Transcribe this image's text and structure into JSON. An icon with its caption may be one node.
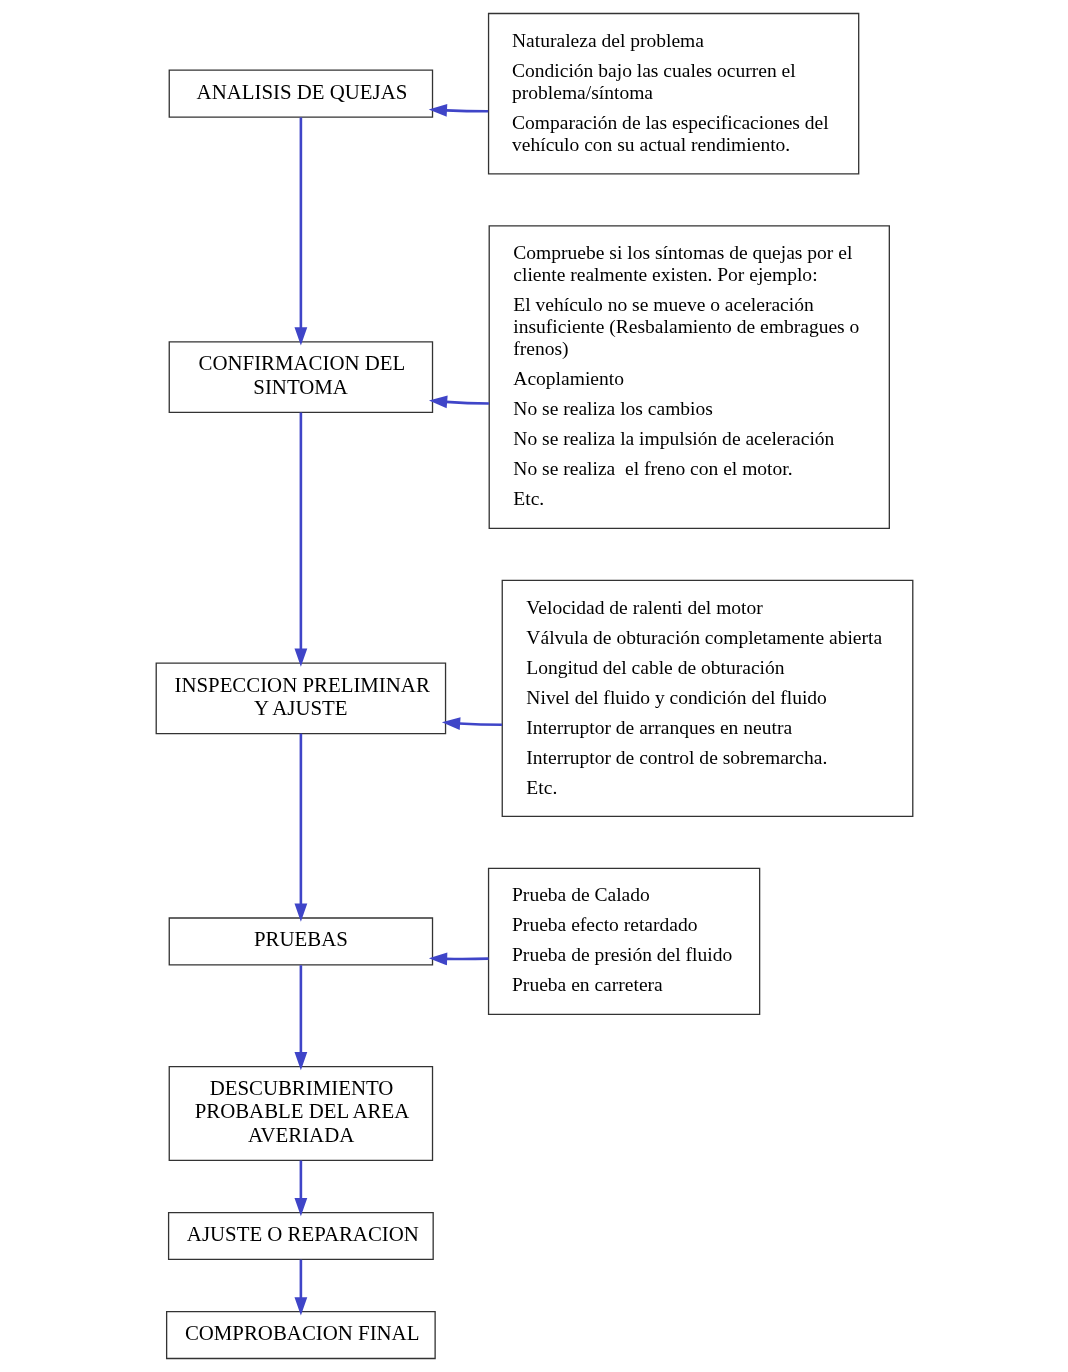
{
  "diagram": {
    "nodes": [
      {
        "text": [
          "ANALISIS DE QUEJAS"
        ]
      },
      {
        "text": [
          "CONFIRMACION DEL SINTOMA"
        ]
      },
      {
        "text": [
          "INSPECCION PRELIMINAR Y AJUSTE"
        ]
      },
      {
        "text": [
          "PRUEBAS"
        ]
      },
      {
        "text": [
          "DESCUBRIMIENTO PROBABLE DEL AREA AVERIADA"
        ]
      },
      {
        "text": [
          "AJUSTE O REPARACION"
        ]
      },
      {
        "text": [
          "COMPROBACION FINAL"
        ]
      },
      {
        "text": [
          "Naturaleza del problema",
          "Condición bajo las cuales ocurren el problema/síntoma",
          "Comparación de las especificaciones del vehículo con su actual rendimiento."
        ]
      },
      {
        "text": [
          "Compruebe si los síntomas de quejas por el cliente realmente existen. Por ejemplo:",
          "El vehículo no se mueve o aceleración insuficiente (Resbalamiento de embragues o frenos)",
          "Acoplamiento",
          "No se realiza los cambios",
          "No se realiza la impulsión de aceleración",
          "No se realiza  el freno con el motor.",
          "Etc."
        ]
      },
      {
        "text": [
          "Velocidad de ralenti del motor",
          "Válvula de obturación completamente abierta",
          "Longitud del cable de obturación",
          "Nivel del fluido y condición del fluido",
          "Interruptor de arranques en neutra",
          "Interruptor de control de sobremarcha.",
          "Etc."
        ]
      },
      {
        "text": [
          "Prueba de Calado",
          "Prueba efecto retardado",
          "Prueba de presión del fluido",
          "Prueba en carretera"
        ]
      }
    ],
    "edges": [
      {
        "from": 0,
        "to": 1,
        "arrow": "to"
      },
      {
        "from": 1,
        "to": 2,
        "arrow": "to"
      },
      {
        "from": 2,
        "to": 3,
        "arrow": "to"
      },
      {
        "from": 3,
        "to": 4,
        "arrow": "to"
      },
      {
        "from": 4,
        "to": 5,
        "arrow": "to"
      },
      {
        "from": 5,
        "to": 6,
        "arrow": "to"
      },
      {
        "from": 7,
        "to": 0,
        "arrow": "to"
      },
      {
        "from": 8,
        "to": 1,
        "arrow": "to"
      },
      {
        "from": 9,
        "to": 2,
        "arrow": "to"
      },
      {
        "from": 10,
        "to": 3,
        "arrow": "to"
      }
    ]
  }
}
